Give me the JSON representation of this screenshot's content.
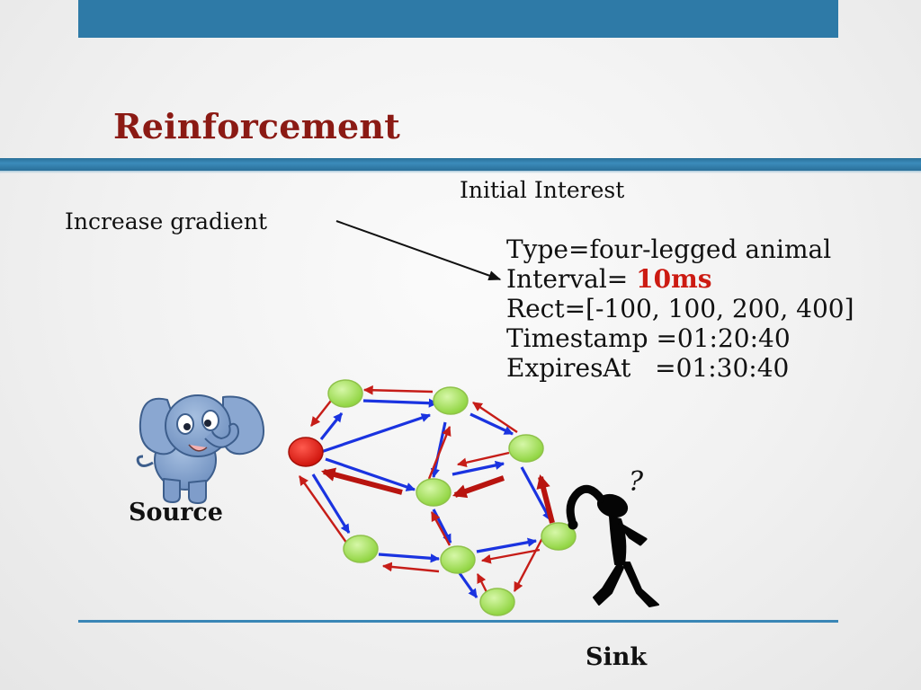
{
  "slide": {
    "title": "Reinforcement",
    "heading": "Initial Interest",
    "gradient_label": "Increase gradient",
    "attributes": {
      "type": "Type=four-legged animal",
      "interval_prefix": "Interval= ",
      "interval_value": "10ms",
      "rect": "Rect=[-100, 100, 200, 400]",
      "timestamp": "Timestamp =01:20:40",
      "expires": "ExpiresAt   =01:30:40"
    },
    "source_label": "Source",
    "sink_label": "Sink",
    "sink_question_mark": "?"
  },
  "colors": {
    "accent_bar": "#2e7aa7",
    "title": "#8b1a14",
    "interval_value": "#cc1b12",
    "node_fill": "#a5e35a",
    "source_node": "#dd1f16",
    "interest_arrow": "#1a33e0",
    "gradient_arrow": "#c61d18",
    "reinforced_arrow": "#b8140f"
  },
  "icons": {
    "source": "elephant-icon",
    "sink": "thinking-stick-figure-icon"
  }
}
